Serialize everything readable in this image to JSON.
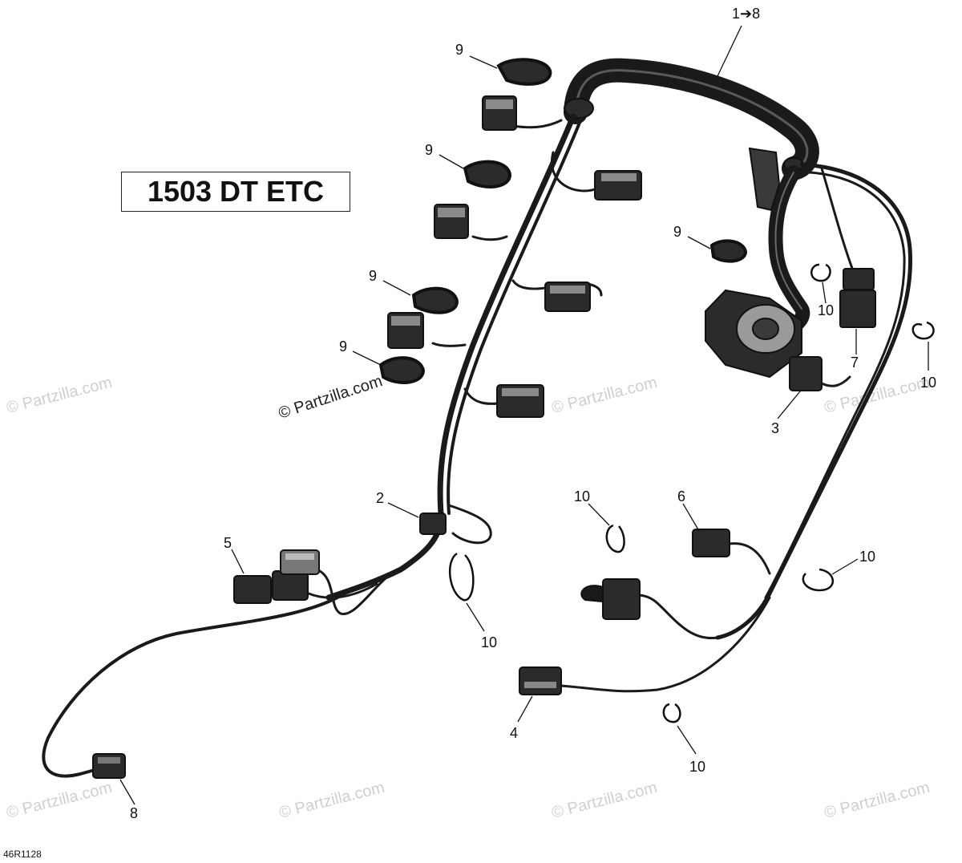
{
  "title": "1503 DT ETC",
  "reference": "46R1128",
  "copyright": "© Partzilla.com",
  "watermark": "© Partzilla.com",
  "callouts": {
    "harness": "1➔8",
    "c2": "2",
    "c3": "3",
    "c4": "4",
    "c5": "5",
    "c6": "6",
    "c7": "7",
    "c8": "8",
    "c9a": "9",
    "c9b": "9",
    "c9c": "9",
    "c9d": "9",
    "c9e": "9",
    "c10a": "10",
    "c10b": "10",
    "c10c": "10",
    "c10d": "10",
    "c10e": "10",
    "c10f": "10"
  },
  "colors": {
    "wire": "#1a1a1a",
    "connector": "#2b2b2b",
    "highlight": "#8a8a8a",
    "watermark": "#cfcfcf"
  }
}
